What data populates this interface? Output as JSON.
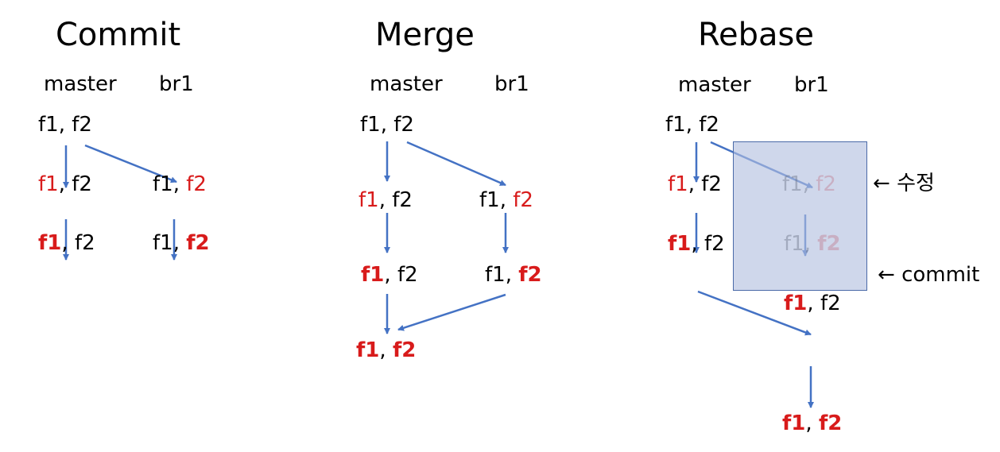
{
  "colors": {
    "arrow": "#4472c4",
    "highlight": "#d81b1b",
    "overlay_fill": "#b2bede",
    "overlay_border": "#4a6aa8"
  },
  "panels": [
    {
      "title": "Commit",
      "branches": [
        "master",
        "br1"
      ],
      "nodes": [
        {
          "f1": "f1",
          "sep": ",",
          "f2": "f2"
        },
        {
          "f1": "f1",
          "sep": ",",
          "f2": "f2"
        },
        {
          "f1": "f1",
          "sep": ",",
          "f2": "f2"
        },
        {
          "f1": "f1",
          "sep": ",",
          "f2": "f2"
        },
        {
          "f1": "f1",
          "sep": ",",
          "f2": "f2"
        }
      ]
    },
    {
      "title": "Merge",
      "branches": [
        "master",
        "br1"
      ],
      "nodes": [
        {
          "f1": "f1",
          "sep": ",",
          "f2": "f2"
        },
        {
          "f1": "f1",
          "sep": ",",
          "f2": "f2"
        },
        {
          "f1": "f1",
          "sep": ",",
          "f2": "f2"
        },
        {
          "f1": "f1",
          "sep": ",",
          "f2": "f2"
        },
        {
          "f1": "f1",
          "sep": ",",
          "f2": "f2"
        },
        {
          "f1": "f1",
          "sep": ",",
          "f2": "f2"
        }
      ]
    },
    {
      "title": "Rebase",
      "branches": [
        "master",
        "br1"
      ],
      "nodes": [
        {
          "f1": "f1",
          "sep": ",",
          "f2": "f2"
        },
        {
          "f1": "f1",
          "sep": ",",
          "f2": "f2"
        },
        {
          "f1": "f1",
          "sep": ",",
          "f2": "f2"
        },
        {
          "f1": "f1",
          "sep": ",",
          "f2": "f2"
        },
        {
          "f1": "f1",
          "sep": ",",
          "f2": "f2"
        },
        {
          "f1": "f1",
          "sep": ",",
          "f2": "f2"
        },
        {
          "f1": "f1",
          "sep": ",",
          "f2": "f2"
        }
      ],
      "notes": [
        {
          "arrow": "←",
          "text": "수정"
        },
        {
          "arrow": "←",
          "text": "commit"
        }
      ]
    }
  ]
}
